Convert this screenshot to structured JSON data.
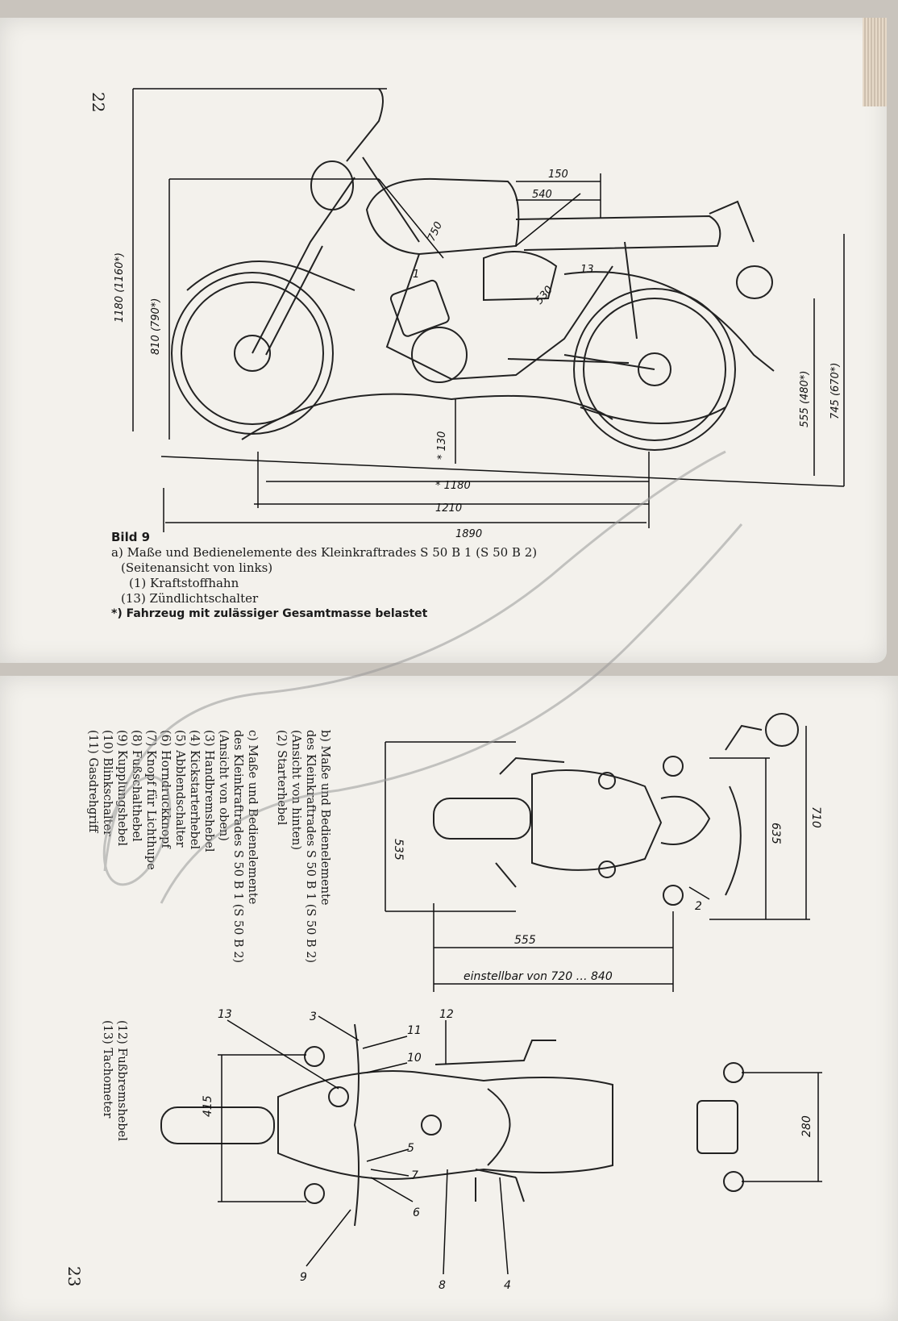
{
  "pages": {
    "top_number": "22",
    "bottom_number": "23"
  },
  "caption": {
    "figure": "Bild 9",
    "line_a": "a) Maße und Bedienelemente des Kleinkraftrades S 50 B 1 (S 50 B 2)",
    "line_a2": "(Seitenansicht von links)",
    "item_1": "(1) Kraftstoffhahn",
    "item_13": "(13) Zündlichtschalter",
    "note": "*) Fahrzeug mit zulässiger Gesamtmasse belastet"
  },
  "side_view": {
    "dims": {
      "height_total": "1180 (1160*)",
      "height_seat": "810 (790*)",
      "tank_top": "150",
      "tank_diag": "540",
      "handlebar_diag": "750",
      "frame_diag": "530",
      "ground_clearance": "* 130",
      "wheelbase_loaded": "* 1180",
      "wheelbase": "1210",
      "length": "1890",
      "rear_height": "555 (480*)",
      "rear_height2": "745 (670*)"
    },
    "labels": {
      "tap": "1",
      "switch": "13"
    }
  },
  "rear_view": {
    "legend_b": [
      "b) Maße und Bedienelemente",
      "des Kleinkraftrades S 50 B 1 (S 50 B 2)",
      "(Ansicht von hinten)",
      "(2) Starterhebel"
    ],
    "legend_c": [
      "c) Maße und Bedienelemente",
      "des Kleinkraftrades S 50 B 1 (S 50 B 2)",
      "(Ansicht von oben)"
    ],
    "dims": {
      "width_535": "535",
      "width_635": "635",
      "width_710": "710",
      "depth_555": "555",
      "adjustable": "einstellbar von 720 … 840"
    },
    "label_2": "2"
  },
  "legend_items": [
    "(3) Handbremshebel",
    "(4) Kickstarterhebel",
    "(5) Abblendschalter",
    "(6) Horndruckknopf",
    "(7) Knopf für Lichthupe",
    "(8) Fußschalthebel",
    "(9) Kupplungshebel",
    "(10) Blinkschalter",
    "(11) Gasdrehgriff"
  ],
  "legend_items_2": [
    "(12) Fußbremshebel",
    "(13) Tachometer"
  ],
  "top_view": {
    "dims": {
      "width_415": "415",
      "width_280": "280"
    },
    "labels": {
      "l3": "3",
      "l11": "11",
      "l12": "12",
      "l13": "13",
      "l10": "10",
      "l5": "5",
      "l7": "7",
      "l6": "6",
      "l8": "8",
      "l4": "4",
      "l9": "9"
    }
  }
}
